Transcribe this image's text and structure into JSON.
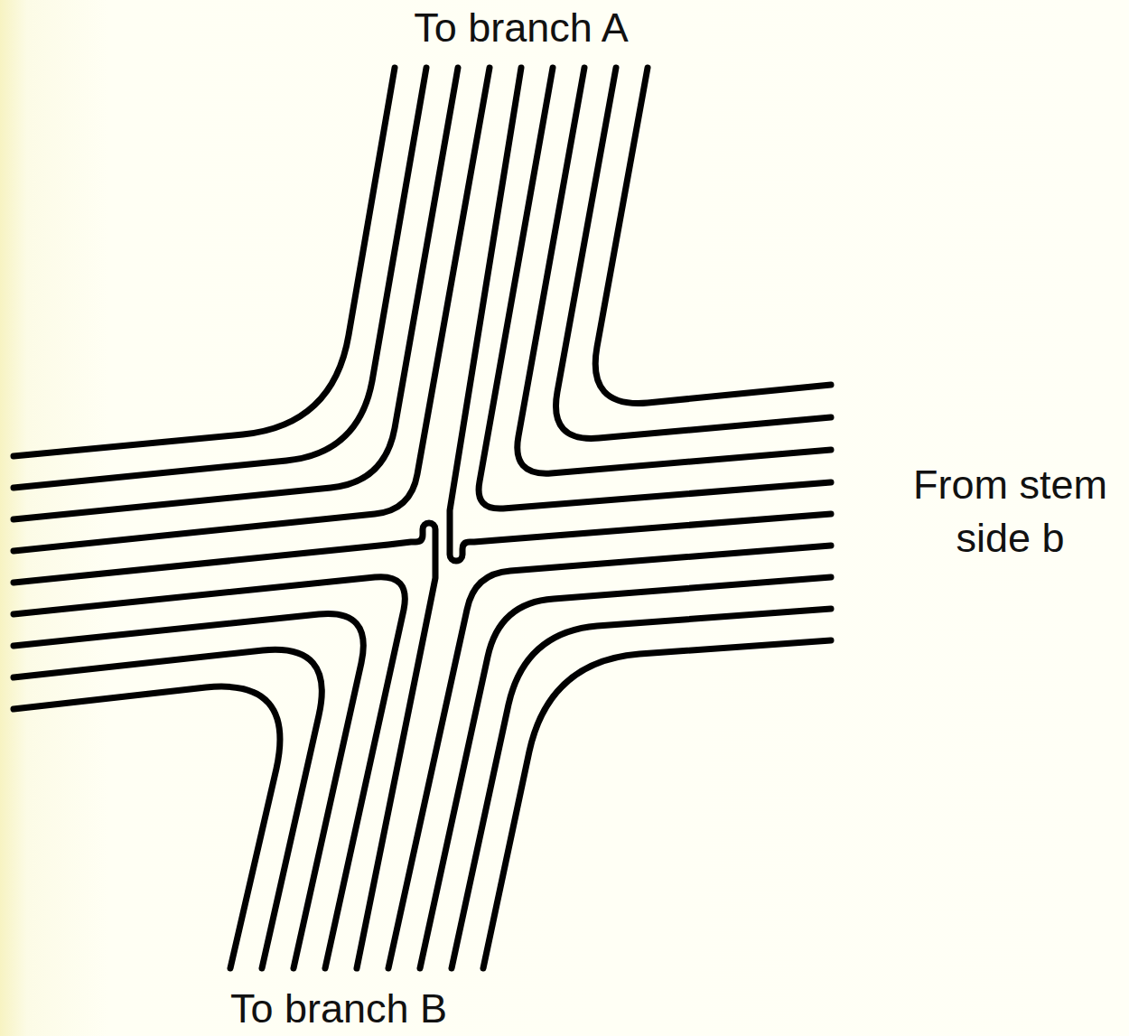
{
  "diagram": {
    "labels": [
      "To branch A",
      "From stem side b",
      "To branch B"
    ]
  }
}
